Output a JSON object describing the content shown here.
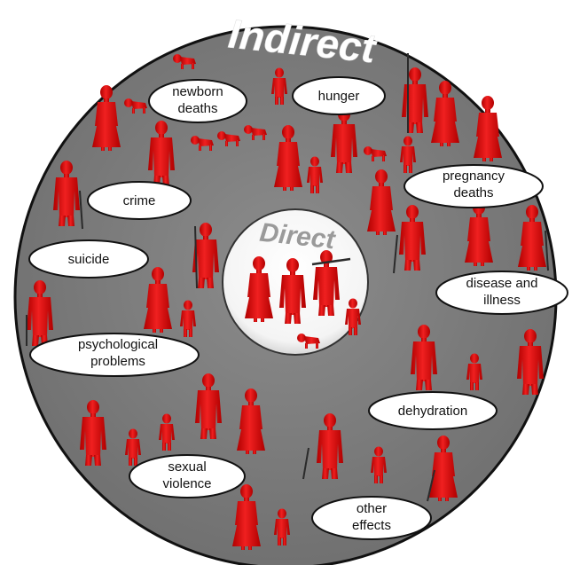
{
  "diagram": {
    "outer_title": "Indirect",
    "inner_title": "Direct",
    "labels": {
      "newborn_deaths": [
        "newborn",
        "deaths"
      ],
      "hunger": [
        "hunger"
      ],
      "pregnancy_deaths": [
        "pregnancy",
        "deaths"
      ],
      "crime": [
        "crime"
      ],
      "suicide": [
        "suicide"
      ],
      "disease_and_illness": [
        "disease and",
        "illness"
      ],
      "psychological_problems": [
        "psychological",
        "problems"
      ],
      "dehydration": [
        "dehydration"
      ],
      "sexual_violence": [
        "sexual",
        "violence"
      ],
      "other_effects": [
        "other",
        "effects"
      ]
    }
  },
  "colors": {
    "outer_ring": "#7a7a7a",
    "outer_border": "#111111",
    "inner_circle": "#ffffff",
    "figure_red": "#e01010",
    "figure_shade": "#9c0000",
    "label_fill": "#ffffff",
    "title_fill": "#ffffff",
    "inner_title_fill": "#9a9a9a"
  }
}
